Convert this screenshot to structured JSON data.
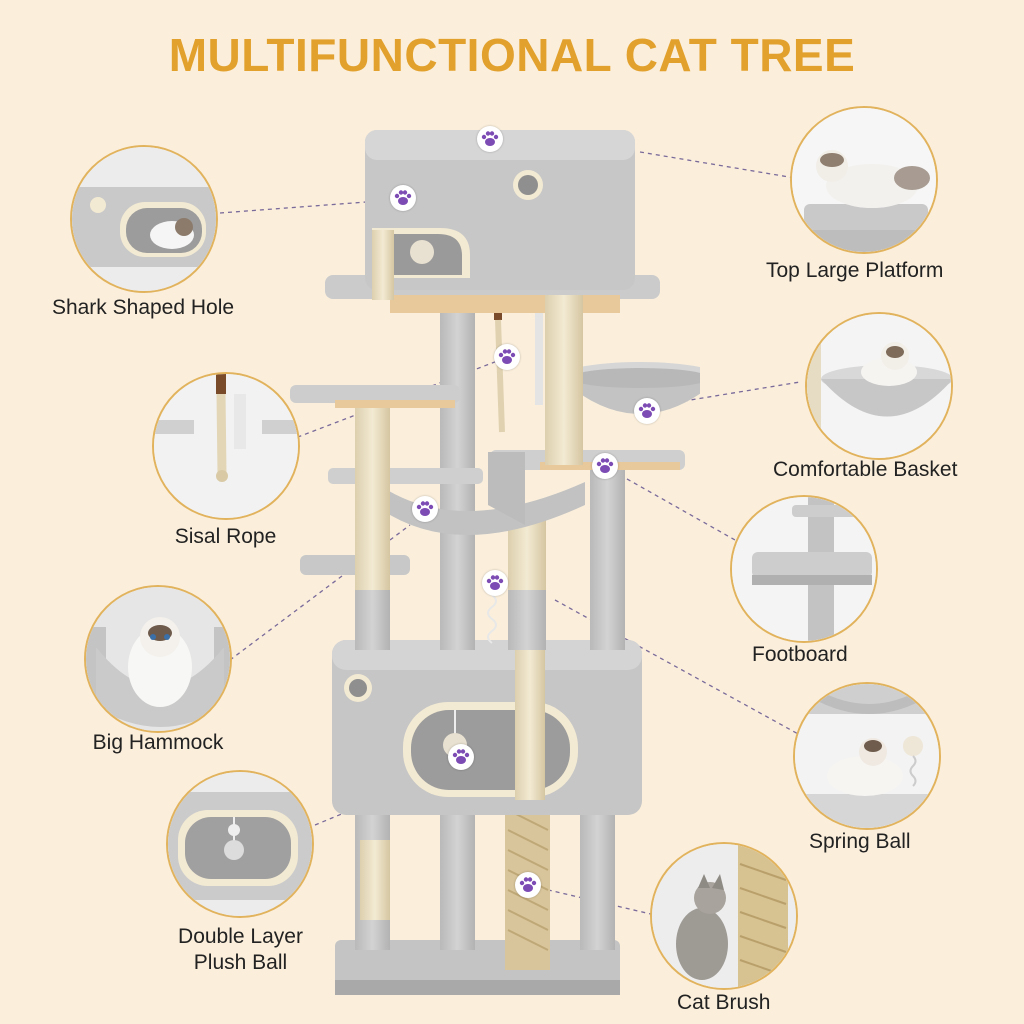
{
  "title": "MULTIFUNCTIONAL CAT TREE",
  "colors": {
    "background": "#fbefdc",
    "title": "#e2a12d",
    "plush": "#c9c9c9",
    "plush_dark": "#a9a9a9",
    "sisal": "#ecdfc2",
    "paw": "#7c4bb4",
    "bubble_border": "#e2b35d"
  },
  "features": {
    "shark_hole": {
      "label": "Shark Shaped Hole"
    },
    "sisal_rope": {
      "label": "Sisal Rope"
    },
    "big_hammock": {
      "label": "Big Hammock"
    },
    "plush_ball_line1": "Double Layer",
    "plush_ball_line2": "Plush Ball",
    "top_platform": {
      "label": "Top Large Platform"
    },
    "basket": {
      "label": "Comfortable Basket"
    },
    "footboard": {
      "label": "Footboard"
    },
    "spring_ball": {
      "label": "Spring Ball"
    },
    "cat_brush": {
      "label": "Cat Brush"
    }
  },
  "icons": [
    "paw-icon",
    "cat-photo",
    "cat-tree-illustration"
  ]
}
